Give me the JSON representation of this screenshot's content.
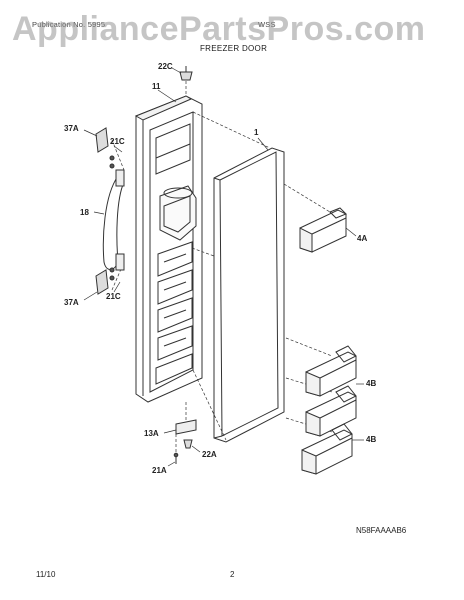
{
  "watermark": "AppliancePartsPros.com",
  "header": {
    "left": "Publication No. 5995",
    "right": "WSS",
    "section_title": "FREEZER DOOR"
  },
  "callouts": {
    "c22C": "22C",
    "c11": "11",
    "c1": "1",
    "c37A_top": "37A",
    "c21C_top": "21C",
    "c18": "18",
    "c4A": "4A",
    "c21C_bottom": "21C",
    "c37A_bottom": "37A",
    "c4B_mid": "4B",
    "c4B_bottom": "4B",
    "c13A": "13A",
    "c22A": "22A",
    "c21A": "21A"
  },
  "figure_code": "N58FAAAAB6",
  "footer": {
    "date": "11/10",
    "page": "2"
  },
  "colors": {
    "line": "#333333",
    "watermark": "#969696"
  }
}
